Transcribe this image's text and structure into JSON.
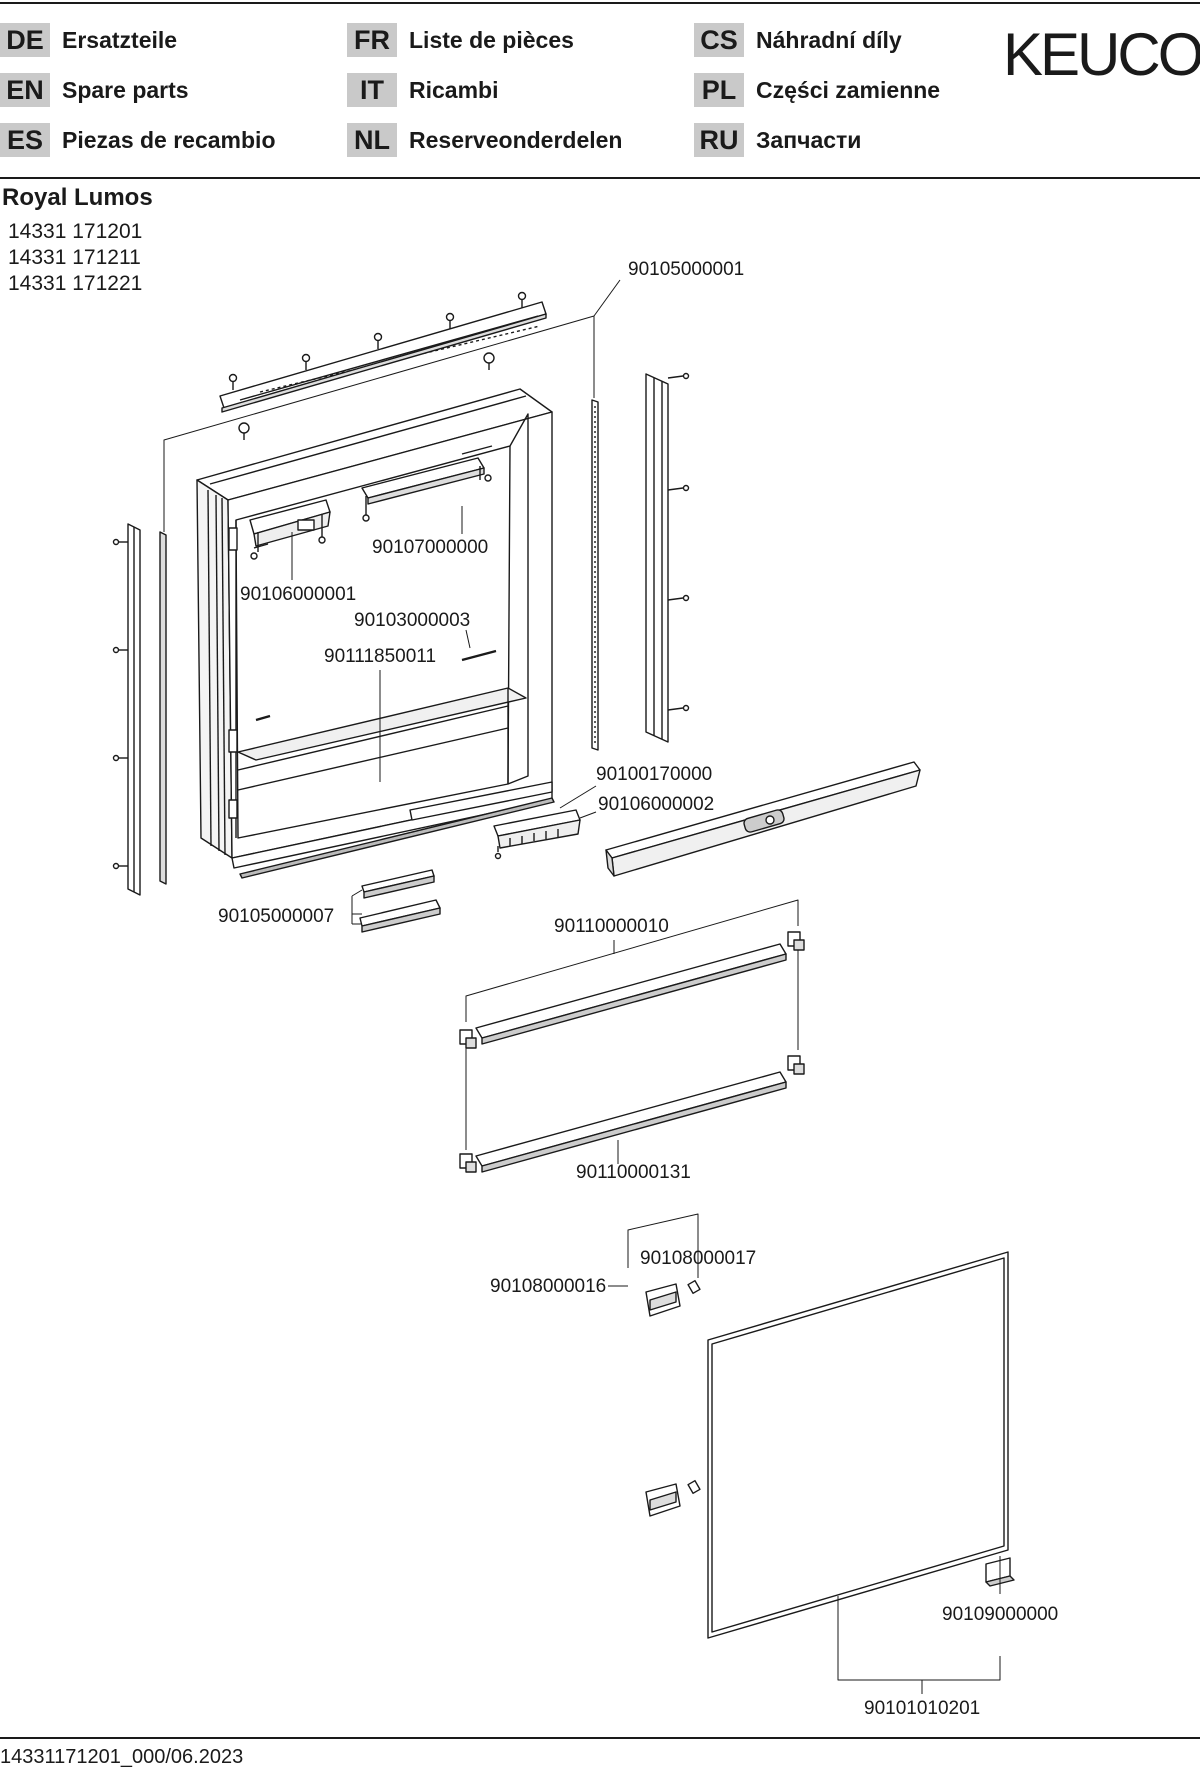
{
  "header": {
    "brand": "KEUCO",
    "languages": [
      {
        "code": "DE",
        "name": "Ersatzteile"
      },
      {
        "code": "EN",
        "name": "Spare parts"
      },
      {
        "code": "ES",
        "name": "Piezas de recambio"
      },
      {
        "code": "FR",
        "name": "Liste de pièces"
      },
      {
        "code": "IT",
        "name": "Ricambi"
      },
      {
        "code": "NL",
        "name": "Reserveonderdelen"
      },
      {
        "code": "CS",
        "name": "Náhradní díly"
      },
      {
        "code": "PL",
        "name": "Części zamienne"
      },
      {
        "code": "RU",
        "name": "Запчасти"
      }
    ]
  },
  "product": {
    "name": "Royal Lumos",
    "codes": [
      "14331 171201",
      "14331 171211",
      "14331 171221"
    ]
  },
  "parts": [
    "90105000001",
    "90107000000",
    "90106000001",
    "90103000003",
    "90111850011",
    "90100170000",
    "90106000002",
    "90105000007",
    "90110000010",
    "90110000131",
    "90108000017",
    "90108000016",
    "90109000000",
    "90101010201"
  ],
  "footer": {
    "doc_id": "14331171201_000/06.2023"
  }
}
